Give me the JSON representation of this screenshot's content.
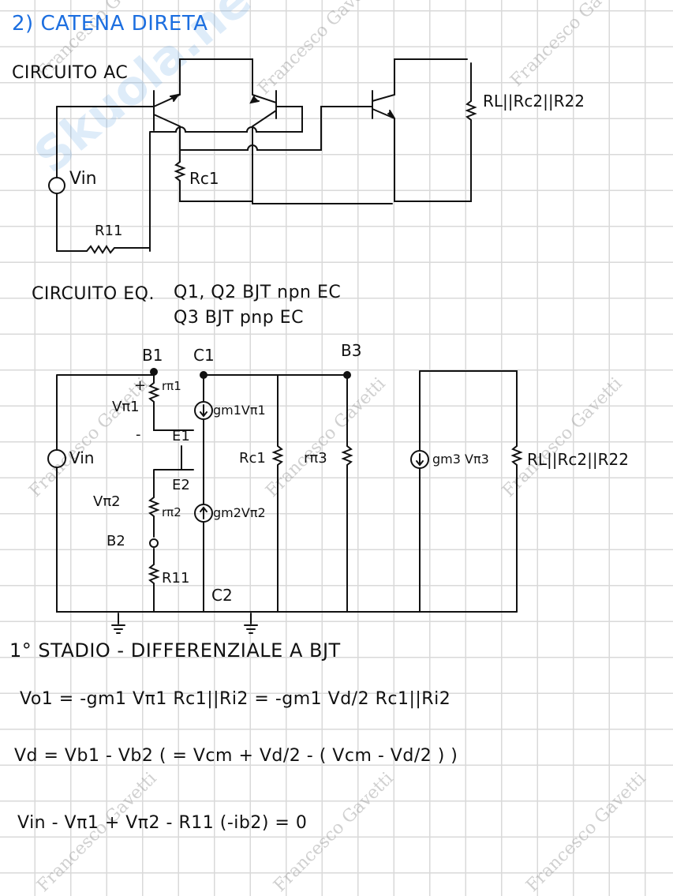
{
  "title": "2) CATENA DIRETA",
  "sections": {
    "ac_circuit": {
      "heading": "CIRCUITO AC",
      "labels": {
        "vin": "Vin",
        "rc1": "Rc1",
        "r11": "R11",
        "load": "RL||Rc2||R22"
      }
    },
    "eq_circuit": {
      "heading": "CIRCUITO EQ.",
      "notes": [
        "Q1, Q2 BJT npn EC",
        "Q3 BJT pnp EC"
      ],
      "nodes": {
        "b1": "B1",
        "c1": "C1",
        "b3": "B3",
        "e1": "E1",
        "e2": "E2",
        "b2": "B2",
        "c2": "C2"
      },
      "labels": {
        "vin": "Vin",
        "vpi1": "Vπ1",
        "rpi1": "rπ1",
        "gm1": "gm1Vπ1",
        "vpi2": "Vπ2",
        "rpi2": "rπ2",
        "gm2": "gm2Vπ2",
        "r11": "R11",
        "rc1": "Rc1",
        "rpi3": "rπ3",
        "gm3": "gm3 Vπ3",
        "load": "RL||Rc2||R22",
        "plus": "+",
        "minus": "-"
      }
    },
    "stage1": {
      "heading": "1° STADIO - DIFFERENZIALE A BJT",
      "equations": [
        "Vo1 = -gm1 Vπ1 Rc1||Ri2 = -gm1 Vd/2 Rc1||Ri2",
        "Vd = Vb1 - Vb2 ( = Vcm + Vd/2 - ( Vcm - Vd/2 ) )",
        "Vin - Vπ1 + Vπ2 - R11 (-ib2) = 0"
      ]
    }
  },
  "watermark": "Francesco Gavetti",
  "logo_watermark": "Skuola.net",
  "colors": {
    "title": "#1d6fe0",
    "ink": "#111111",
    "grid": "#d9d9d9"
  }
}
